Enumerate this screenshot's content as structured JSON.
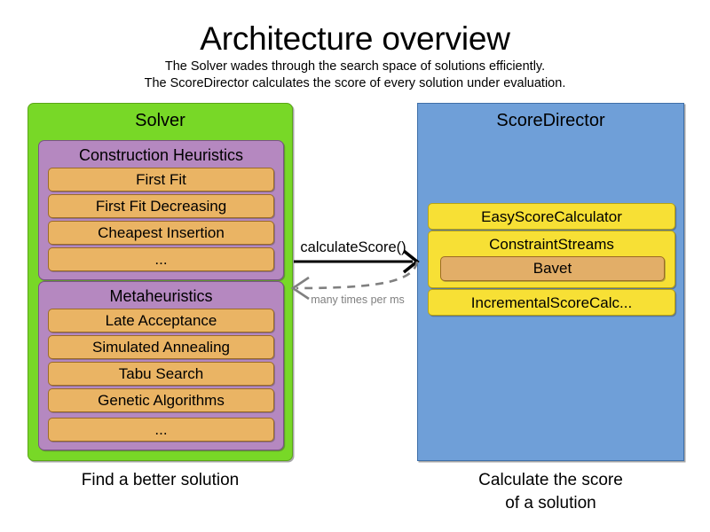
{
  "header": {
    "title": "Architecture overview",
    "subtitle_line1": "The Solver wades through the search space of solutions efficiently.",
    "subtitle_line2": "The ScoreDirector calculates the score of every solution under evaluation."
  },
  "solver": {
    "title": "Solver",
    "caption": "Find a better solution",
    "groups": [
      {
        "title": "Construction Heuristics",
        "items": [
          "First Fit",
          "First Fit Decreasing",
          "Cheapest Insertion",
          "..."
        ]
      },
      {
        "title": "Metaheuristics",
        "items": [
          "Late Acceptance",
          "Simulated Annealing",
          "Tabu Search",
          "Genetic Algorithms",
          "..."
        ]
      }
    ]
  },
  "scoredirector": {
    "title": "ScoreDirector",
    "caption_line1": "Calculate the score",
    "caption_line2": "of a solution",
    "calculators": [
      {
        "label": "EasyScoreCalculator"
      },
      {
        "label": "ConstraintStreams",
        "nested": "Bavet"
      },
      {
        "label": "IncrementalScoreCalc..."
      }
    ]
  },
  "arrows": {
    "forward_label": "calculateScore()",
    "return_label": "many times per ms"
  },
  "colors": {
    "solver_panel": "#78d827",
    "scoredirector_panel": "#6f9fd8",
    "group_box": "#b588c0",
    "item_box": "#eab464",
    "calculator_box": "#f7e035",
    "nested_box": "#e2ae68",
    "forward_arrow": "#000000",
    "return_arrow": "#808080"
  }
}
